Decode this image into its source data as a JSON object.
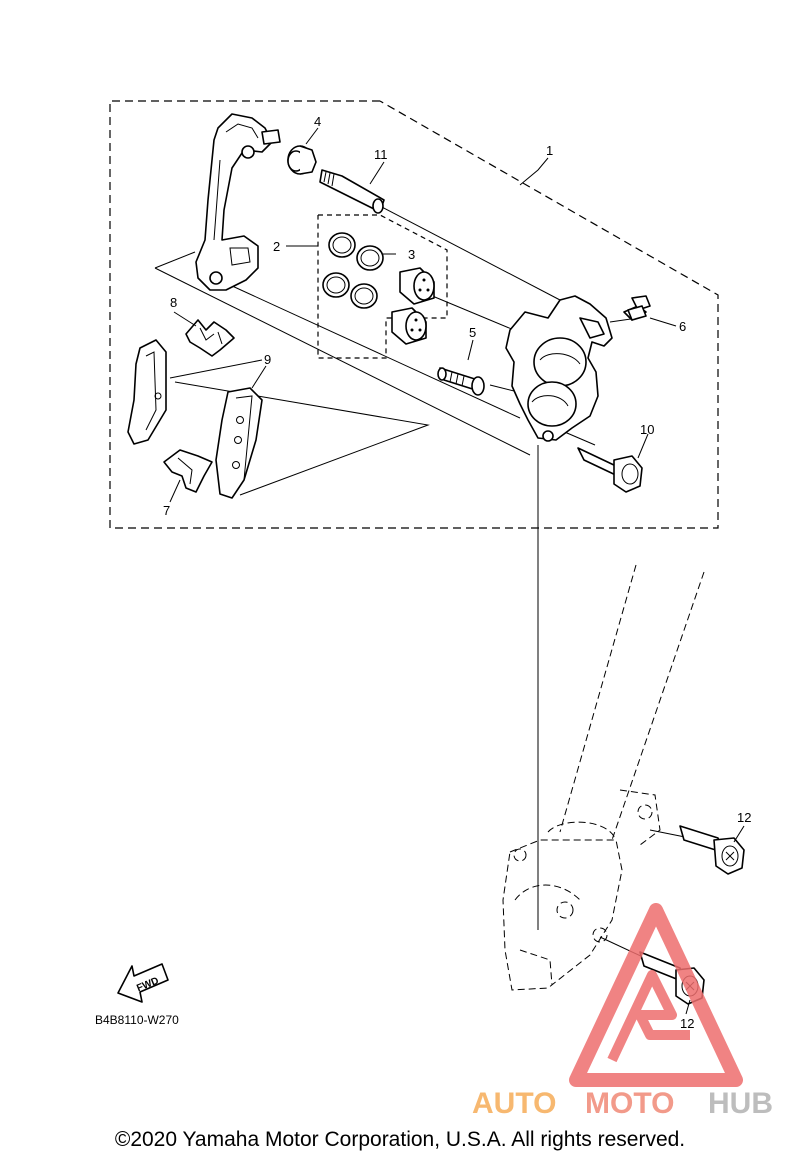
{
  "callouts": {
    "c1": "1",
    "c2": "2",
    "c3": "3",
    "c4": "4",
    "c5": "5",
    "c6": "6",
    "c7": "7",
    "c8": "8",
    "c9": "9",
    "c10": "10",
    "c11": "11",
    "c12a": "12",
    "c12b": "12"
  },
  "fwd_label": "FWD",
  "diagram_code": "B4B8110-W270",
  "watermark": {
    "text_auto": "AUTO",
    "text_moto": "MOTO",
    "text_hub": "HUB",
    "colors": {
      "auto": "#f7b870",
      "moto": "#f29a8a",
      "hub": "#bdbdbd",
      "triangle": "#ee6e6e"
    }
  },
  "copyright": "©2020 Yamaha Motor Corporation, U.S.A. All rights reserved."
}
